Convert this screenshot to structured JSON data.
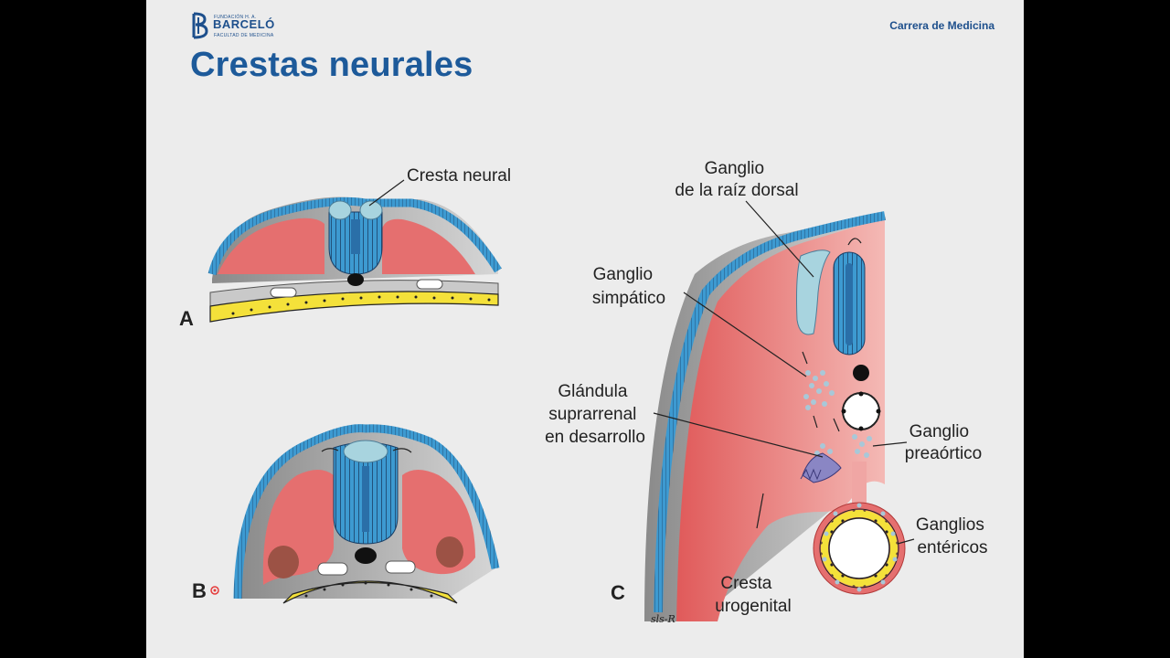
{
  "header": {
    "logo_line1": "FUNDACIÓN H. A.",
    "logo_name": "BARCELÓ",
    "logo_line2": "FACULTAD DE MEDICINA",
    "career": "Carrera de Medicina"
  },
  "slide": {
    "title": "Crestas neurales"
  },
  "figure": {
    "panel_a": {
      "letter": "A",
      "label": "Cresta neural"
    },
    "panel_b": {
      "letter": "B"
    },
    "panel_c": {
      "letter": "C",
      "dorsal_ganglion": [
        "Ganglio",
        "de la raíz dorsal"
      ],
      "sympathetic_ganglion": [
        "Ganglio",
        "simpático"
      ],
      "adrenal": [
        "Glándula",
        "suprarrenal",
        "en desarrollo"
      ],
      "preaortic": [
        "Ganglio",
        "preaórtico"
      ],
      "enteric": [
        "Ganglios",
        "entéricos"
      ],
      "urogenital": [
        "Cresta",
        "urogenital"
      ],
      "signature": "sls-R"
    }
  },
  "colors": {
    "brand": "#1d5a9a",
    "ectoderm": "#3d9ad1",
    "mesoderm": "#e56f6f",
    "endoderm": "#f4e13a",
    "crest": "#a8d4df"
  }
}
